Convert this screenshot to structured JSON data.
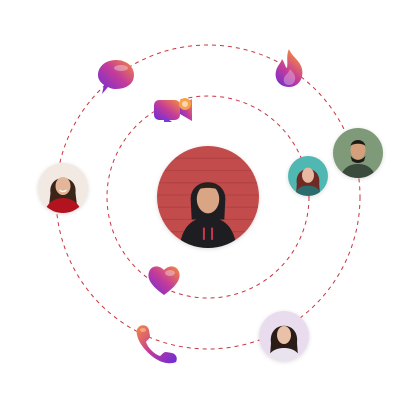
{
  "colors": {
    "orbit": "#c9343f",
    "gradient_start": "#6b2bd9",
    "gradient_mid": "#c43c9a",
    "gradient_end": "#f58b3c",
    "center_bg": "#c24b4b"
  },
  "orbit_count": 2,
  "people": [
    {
      "name": "center-profile",
      "hair": "#2a211b",
      "top": "#1e1e22",
      "skin": "#d9a584",
      "bg": "#c24b4b"
    },
    {
      "name": "orbit-person-red-top",
      "hair": "#3b2418",
      "top": "#b3121f",
      "skin": "#e3b69a",
      "bg": "#f1e9e2"
    },
    {
      "name": "orbit-person-teal",
      "hair": "#6e2a24",
      "top": "#2c6c6c",
      "skin": "#e8b9a0",
      "bg": "#4fb8b2"
    },
    {
      "name": "orbit-person-bearded",
      "hair": "#1f1a16",
      "top": "#3a4a3c",
      "skin": "#d4a07b",
      "bg": "#7f9a78"
    },
    {
      "name": "orbit-person-light",
      "hair": "#2a1d18",
      "top": "#e9e3ef",
      "skin": "#e8c1a8",
      "bg": "#e9dcef"
    }
  ],
  "icons": [
    {
      "name": "chat-bubble-icon"
    },
    {
      "name": "flame-icon"
    },
    {
      "name": "video-camera-icon"
    },
    {
      "name": "heart-icon"
    },
    {
      "name": "phone-icon"
    }
  ]
}
